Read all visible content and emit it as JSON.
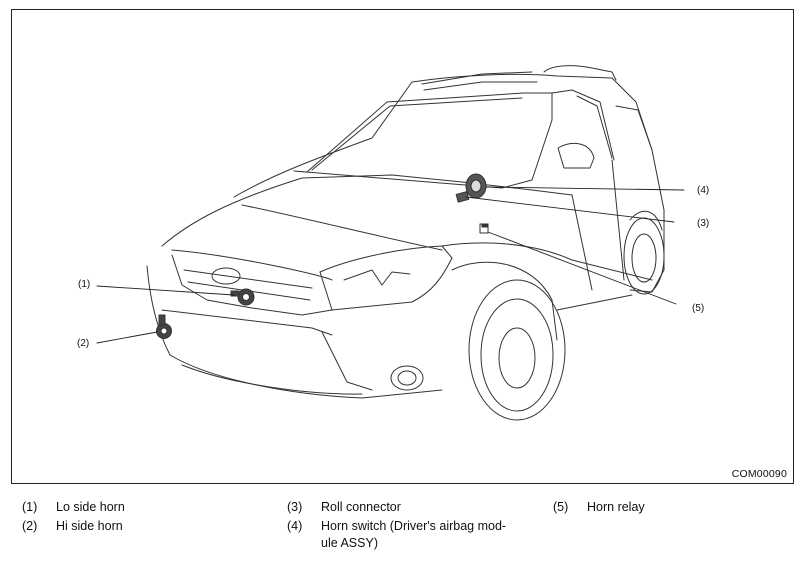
{
  "figure": {
    "code": "COM00090",
    "subject": "vehicle-outline",
    "callouts": [
      {
        "id": "c1",
        "label": "(1)"
      },
      {
        "id": "c2",
        "label": "(2)"
      },
      {
        "id": "c3",
        "label": "(3)"
      },
      {
        "id": "c4",
        "label": "(4)"
      },
      {
        "id": "c5",
        "label": "(5)"
      }
    ]
  },
  "legend": [
    {
      "num": "(1)",
      "text": "Lo side horn"
    },
    {
      "num": "(2)",
      "text": "Hi side horn"
    },
    {
      "num": "(3)",
      "text": "Roll connector"
    },
    {
      "num": "(4)",
      "lines": [
        "Horn switch (Driver's airbag mod-",
        "ule ASSY)"
      ]
    },
    {
      "num": "(5)",
      "text": "Horn relay"
    }
  ]
}
